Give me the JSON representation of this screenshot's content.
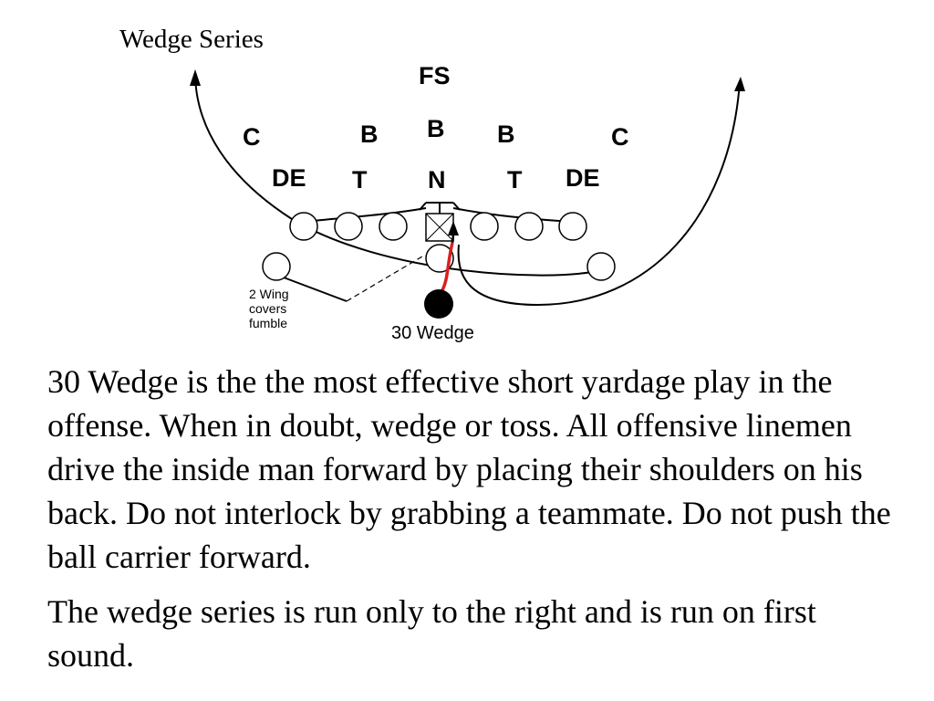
{
  "slide": {
    "title": "Wedge Series",
    "paragraphs": [
      "30 Wedge is the the most effective short yardage play in the offense. When in doubt, wedge or toss. All offensive linemen drive the inside man forward by placing their shoulders on his back. Do not interlock by grabbing a teammate. Do not push the ball carrier forward.",
      "The wedge series is run only to the right and is run on first sound."
    ]
  },
  "diagram": {
    "defense": {
      "free_safety": "FS",
      "corner_left": "C",
      "corner_right": "C",
      "backer_left": "B",
      "backer_middle": "B",
      "backer_right": "B",
      "end_left": "DE",
      "tackle_left": "T",
      "nose": "N",
      "tackle_right": "T",
      "end_right": "DE"
    },
    "wing_note": [
      "2 Wing",
      "covers",
      "fumble"
    ],
    "play_label": "30 Wedge",
    "colors": {
      "ball_carrier_path": "#d92020",
      "lines": "#000000"
    }
  }
}
